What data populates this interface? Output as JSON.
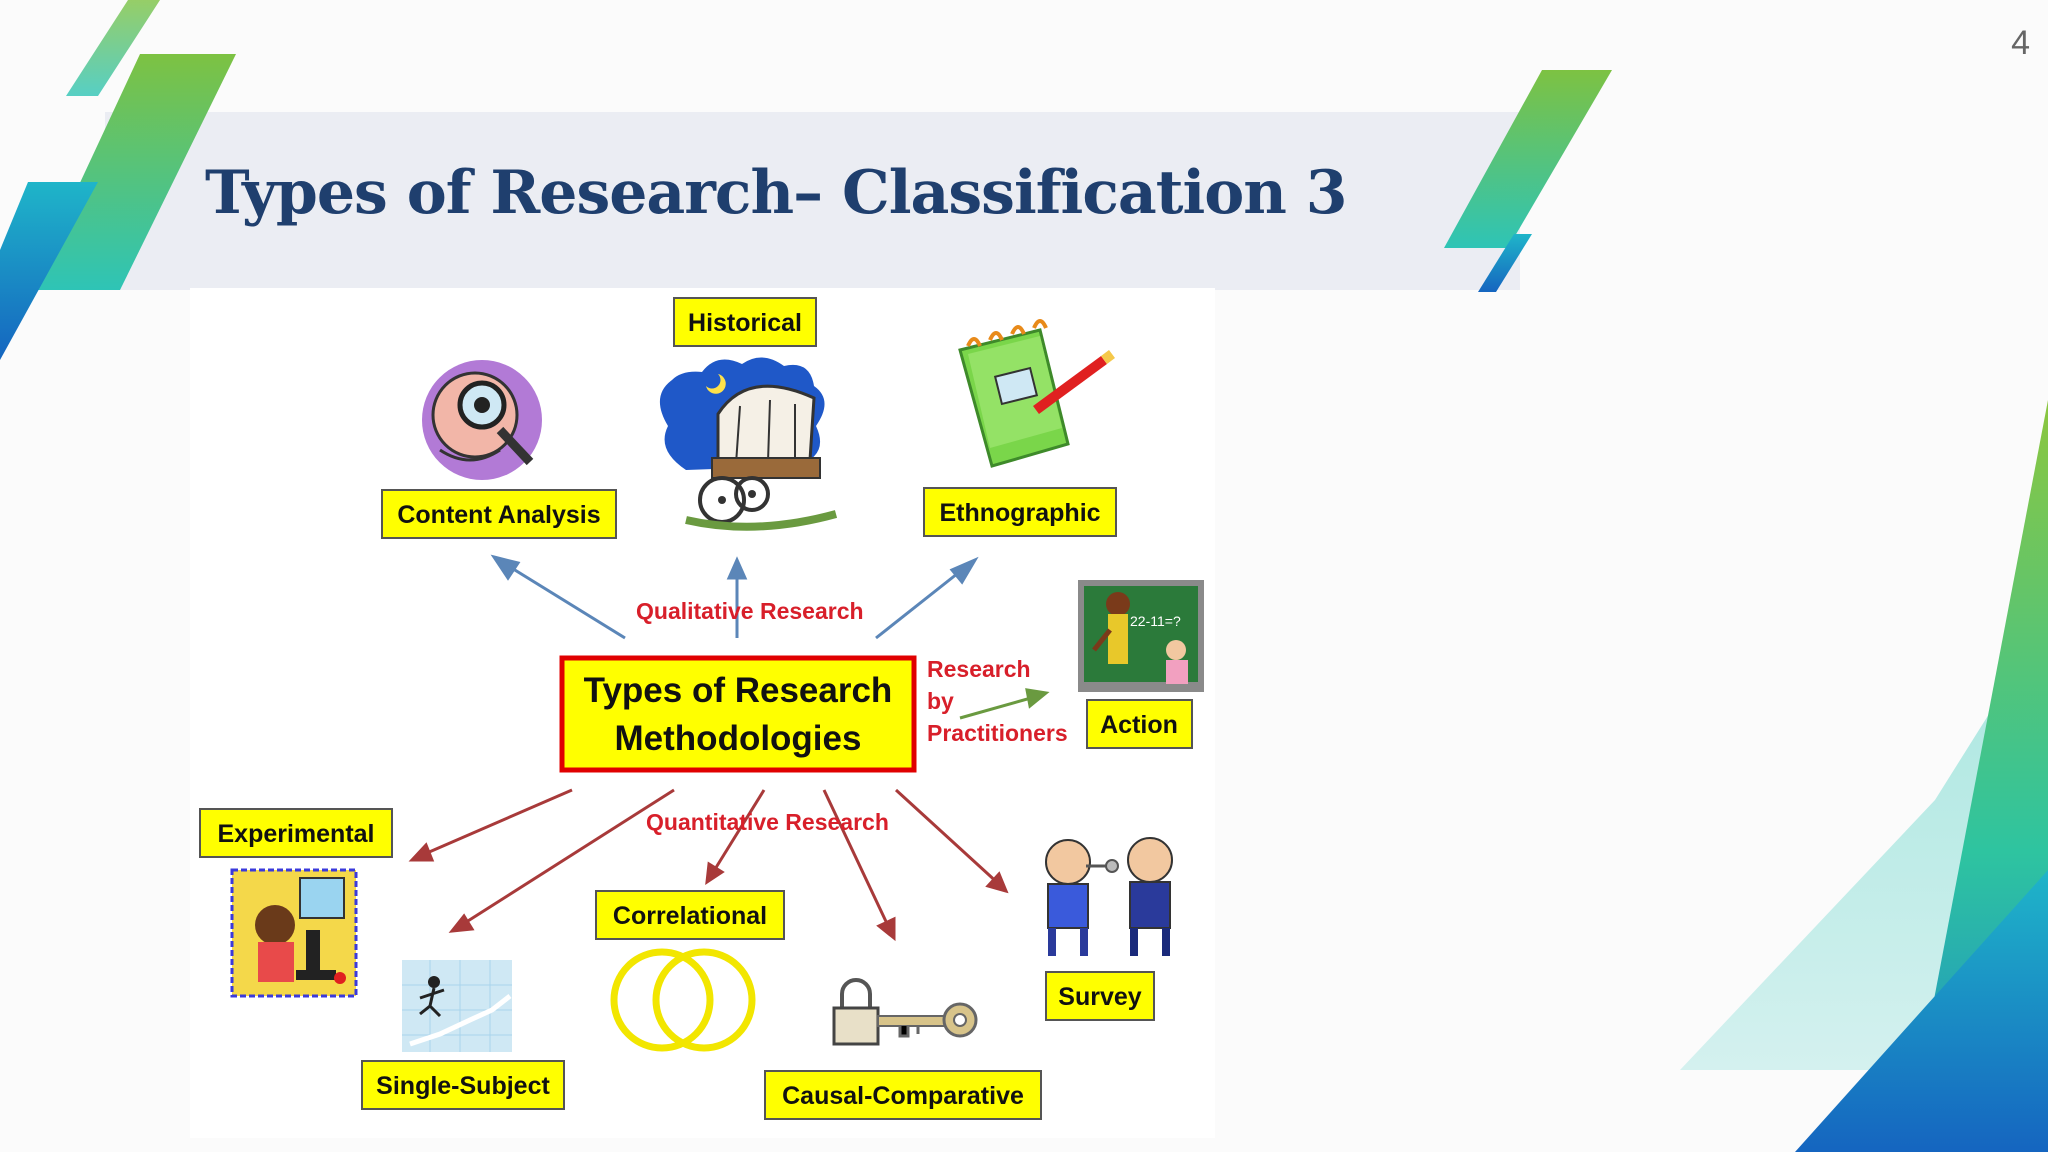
{
  "slide": {
    "page_number": "4",
    "title": "Types of Research– Classification 3"
  },
  "diagram": {
    "center": [
      "Types of Research",
      "Methodologies"
    ],
    "qualitative_label": "Qualitative Research",
    "quantitative_label": "Quantitative Research",
    "practitioners_label": [
      "Research",
      "by",
      "Practitioners"
    ],
    "nodes": {
      "historical": "Historical",
      "content_analysis": "Content Analysis",
      "ethnographic": "Ethnographic",
      "action": "Action",
      "experimental": "Experimental",
      "correlational": "Correlational",
      "survey": "Survey",
      "single_subject": "Single-Subject",
      "causal_comparative": "Causal-Comparative"
    },
    "chalkboard_text": "22-11=?"
  },
  "colors": {
    "title": "#1f3f6e",
    "label_box": "#ffff00",
    "center_border": "#e00000",
    "qualitative_arrow": "#5b86b8",
    "quantitative_arrow": "#a83a3a",
    "practitioner_arrow": "#6a9a40",
    "red_text": "#d81f2a"
  }
}
